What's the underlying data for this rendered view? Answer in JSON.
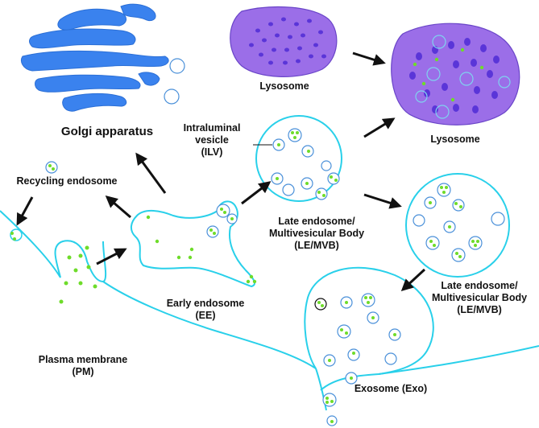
{
  "labels": {
    "golgi": "Golgi apparatus",
    "recycling": "Recycling endosome",
    "ilv": [
      "Intraluminal",
      "vesicle",
      "(ILV)"
    ],
    "lysosome_small": "Lysosome",
    "lysosome_large": "Lysosome",
    "late_endosome_top": [
      "Late endosome/",
      "Multivesicular Body",
      "(LE/MVB)"
    ],
    "late_endosome_right": [
      "Late endosome/",
      "Multivesicular Body",
      "(LE/MVB)"
    ],
    "early_endosome": [
      "Early endosome",
      "(EE)"
    ],
    "plasma_membrane": [
      "Plasma membrane",
      "(PM)"
    ],
    "exosome": "Exosome (Exo)"
  },
  "colors": {
    "membrane": "#29d0ea",
    "vesicle_outline": "#4a90d9",
    "cargo": "#6edc2a",
    "golgi": "#3a82ee",
    "lysosome": "#9b6ee8",
    "lysosome_inclusion": "#5a35d8",
    "arrow": "#111111"
  }
}
